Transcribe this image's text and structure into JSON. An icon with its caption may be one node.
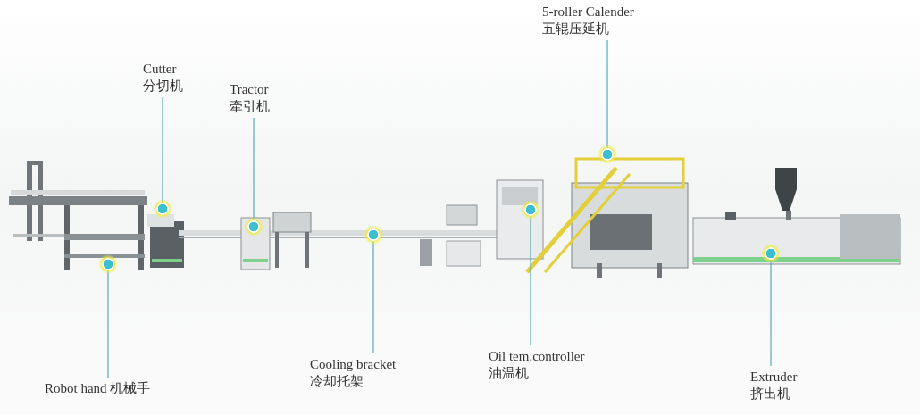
{
  "diagram": {
    "nodes": [
      {
        "text": [
          "Robot hand",
          "机械手"
        ]
      },
      {
        "text": [
          "Cutter",
          "分切机"
        ]
      },
      {
        "text": [
          "Tractor",
          "牵引机"
        ]
      },
      {
        "text": [
          "Cooling bracket",
          "冷却托架"
        ]
      },
      {
        "text": [
          "Oil tem.controller",
          "油温机"
        ]
      },
      {
        "text": [
          "5-roller Calender",
          "五辊压延机"
        ]
      },
      {
        "text": [
          "Extruder",
          "挤出机"
        ]
      },
      {
        "text": [],
        "shape": "circle"
      },
      {
        "text": [],
        "shape": "circle"
      },
      {
        "text": [],
        "shape": "circle"
      },
      {
        "text": [],
        "shape": "circle"
      },
      {
        "text": [],
        "shape": "circle"
      },
      {
        "text": [],
        "shape": "circle"
      },
      {
        "text": [],
        "shape": "circle"
      }
    ],
    "edges": [
      {
        "from": 0,
        "to": 7,
        "arrow": "none"
      },
      {
        "from": 1,
        "to": 8,
        "arrow": "none"
      },
      {
        "from": 2,
        "to": 9,
        "arrow": "none"
      },
      {
        "from": 3,
        "to": 10,
        "arrow": "none"
      },
      {
        "from": 4,
        "to": 11,
        "arrow": "none"
      },
      {
        "from": 5,
        "to": 12,
        "arrow": "none"
      },
      {
        "from": 6,
        "to": 13,
        "arrow": "none"
      }
    ]
  }
}
